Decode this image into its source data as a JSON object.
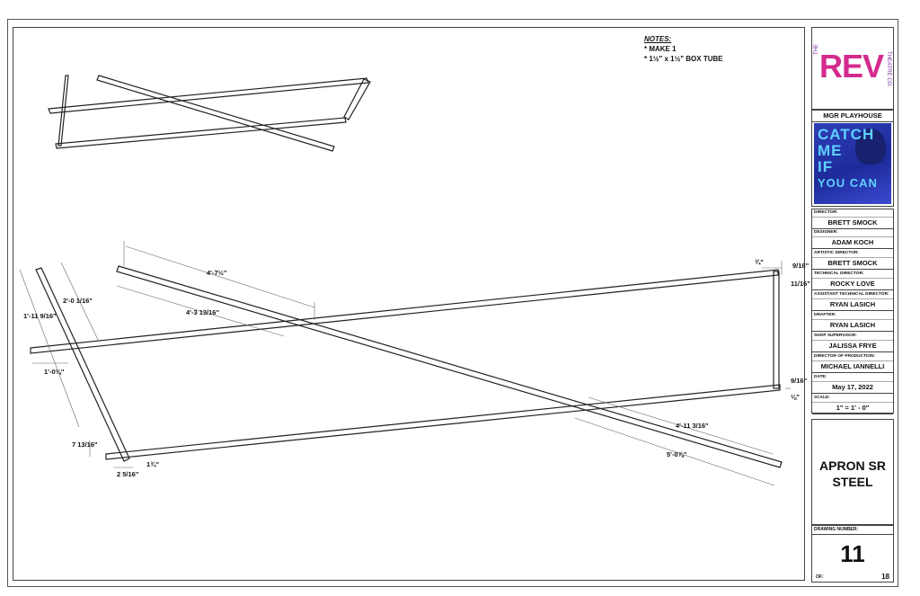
{
  "notes": {
    "title": "NOTES:",
    "line1": "* MAKE 1",
    "line2": "* 1½\" x 1½\" BOX TUBE"
  },
  "logo": {
    "the": "THE",
    "rev": "REV",
    "co": "THEATRE CO."
  },
  "venue": {
    "name": "MGR PLAYHOUSE",
    "poster_text": [
      "CATCH",
      "ME",
      "IF",
      "YOU CAN"
    ]
  },
  "credits": [
    {
      "label": "DIRECTOR:",
      "value": "BRETT SMOCK"
    },
    {
      "label": "DESIGNER:",
      "value": "ADAM KOCH"
    },
    {
      "label": "ARTISTIC DIRECTOR:",
      "value": "BRETT SMOCK"
    },
    {
      "label": "TECHNICAL DIRECTOR:",
      "value": "ROCKY LOVE"
    },
    {
      "label": "ASSISTANT TECHNICAL DIRECTOR:",
      "value": "RYAN LASICH"
    },
    {
      "label": "DRAFTER:",
      "value": "RYAN LASICH"
    },
    {
      "label": "SHOP SUPERVISOR:",
      "value": "JALISSA FRYE"
    },
    {
      "label": "DIRECTOR OF PRODUCTION:",
      "value": "MICHAEL IANNELLI"
    },
    {
      "label": "DATE:",
      "value": "May 17, 2022"
    },
    {
      "label": "SCALE:",
      "value": "1\" = 1' - 0\""
    }
  ],
  "title": {
    "line1": "APRON SR",
    "line2": "STEEL"
  },
  "drawing_number": {
    "label": "DRAWING NUMBER:",
    "number": "11",
    "of_label": "OF:",
    "total": "18"
  },
  "dimensions": {
    "d1": "4'-7½\"",
    "d2": "4'-3 13/16\"",
    "d3": "2'-0 1/16\"",
    "d4": "1'-11 9/16\"",
    "d5": "1'-0⅛\"",
    "d6": "7 13/16\"",
    "d7": "2 5/16\"",
    "d8": "1¾\"",
    "d9": "¾\"",
    "d10": "9/16\"",
    "d11": "11/16\"",
    "d12": "9/16\"",
    "d13": "⅛\"",
    "d14": "4'-11 3/16\"",
    "d15": "5'-0⅞\""
  }
}
